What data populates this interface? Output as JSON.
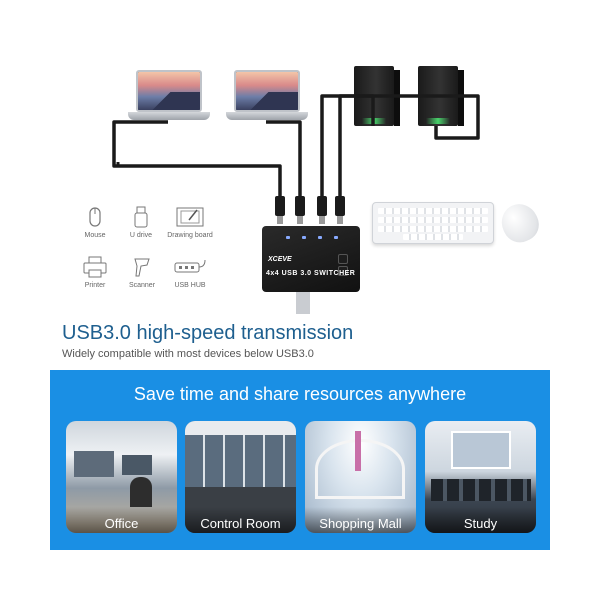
{
  "device": {
    "brand": "XCEVE",
    "model_label": "4x4 USB 3.0 SWITCHER"
  },
  "peripherals": [
    {
      "label": "Mouse",
      "icon": "mouse-icon"
    },
    {
      "label": "U drive",
      "icon": "usb-drive-icon"
    },
    {
      "label": "Drawing board",
      "icon": "drawing-board-icon"
    },
    {
      "label": "Printer",
      "icon": "printer-icon"
    },
    {
      "label": "Scanner",
      "icon": "scanner-icon"
    },
    {
      "label": "USB HUB",
      "icon": "usb-hub-icon"
    }
  ],
  "headline": "USB3.0 high-speed transmission",
  "subheadline": "Widely compatible with most devices below USB3.0",
  "banner": {
    "title": "Save time and share resources anywhere",
    "scenes": [
      {
        "label": "Office"
      },
      {
        "label": "Control Room"
      },
      {
        "label": "Shopping Mall"
      },
      {
        "label": "Study"
      }
    ]
  },
  "colors": {
    "panel_blue": "#1a8fe4",
    "headline_blue": "#1e5f8f",
    "led_green": "#47d36a"
  }
}
